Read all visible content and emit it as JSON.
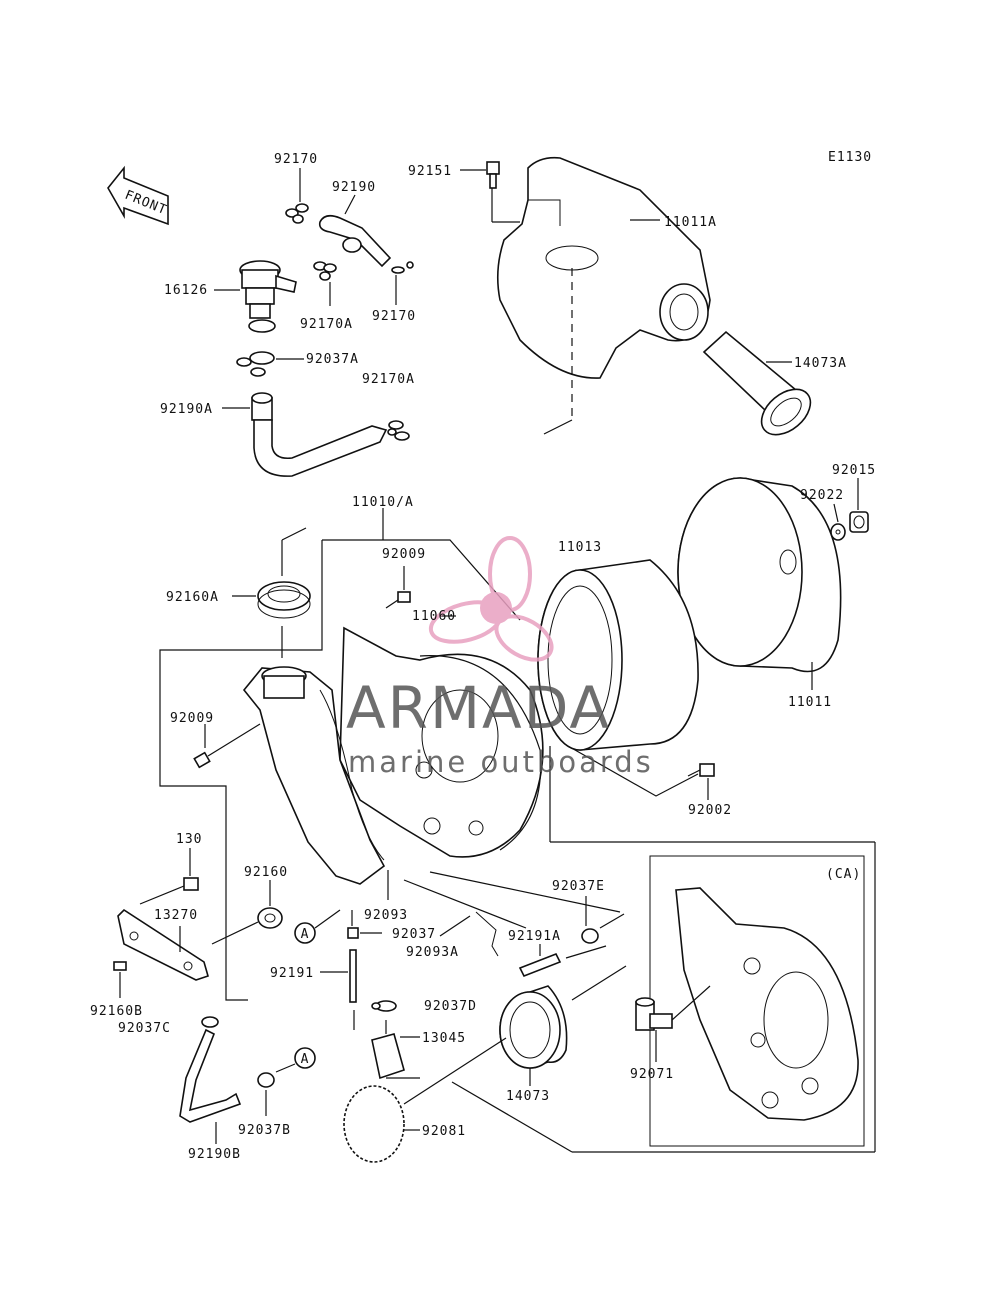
{
  "diagram_code": "E1130",
  "front_label": "FRONT",
  "ca_label": "(CA)",
  "ref_marker": "A",
  "watermark": {
    "brand": "ARMADA",
    "sub": "marine outboards",
    "accent": "#e8a0c0",
    "text_color": "#555555"
  },
  "parts": {
    "p92170": "92170",
    "p92190": "92190",
    "p92151": "92151",
    "p11011A": "11011A",
    "p16126": "16126",
    "p92170A": "92170A",
    "p92170b": "92170",
    "p92037A": "92037A",
    "p92170A2": "92170A",
    "p14073A": "14073A",
    "p92190A": "92190A",
    "p92015": "92015",
    "p92022": "92022",
    "p11010A": "11010/A",
    "p11013": "11013",
    "p92009": "92009",
    "p92160A": "92160A",
    "p11060": "11060",
    "p11011": "11011",
    "p92009b": "92009",
    "p92002": "92002",
    "p130": "130",
    "p92160": "92160",
    "p13270": "13270",
    "p92093": "92093",
    "p92037E": "92037E",
    "p92037": "92037",
    "p92191A": "92191A",
    "p92093A": "92093A",
    "p92191": "92191",
    "p92160B": "92160B",
    "p92037D": "92037D",
    "p92037C": "92037C",
    "p13045": "13045",
    "p92071": "92071",
    "p14073": "14073",
    "p92037B": "92037B",
    "p92081": "92081",
    "p92190B": "92190B"
  }
}
